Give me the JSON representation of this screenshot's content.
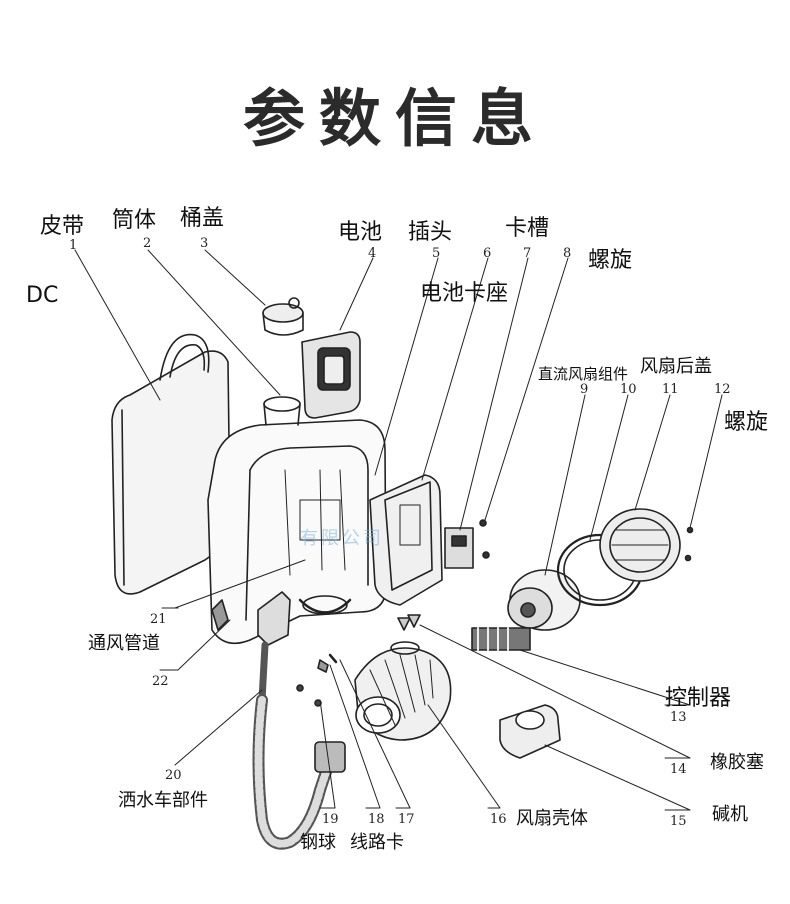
{
  "title": "参数信息",
  "watermark": "有限公司",
  "labels": {
    "belt": "皮带",
    "barrel": "筒体",
    "lid": "桶盖",
    "dc": "DC",
    "battery": "电池",
    "plug": "插头",
    "slot": "卡槽",
    "battery_seat": "电池卡座",
    "screw_a": "螺旋",
    "dc_fan": "直流风扇组件",
    "fan_cover": "风扇后盖",
    "screw_b": "螺旋",
    "duct": "通风管道",
    "controller": "控制器",
    "rubber_plug": "橡胶塞",
    "base": "碱机",
    "fan_shell": "风扇壳体",
    "sprinkler": "洒水车部件",
    "ball": "钢球",
    "wire_clip": "线路卡"
  },
  "numbers": [
    "1",
    "2",
    "3",
    "4",
    "5",
    "6",
    "7",
    "8",
    "9",
    "10",
    "11",
    "12",
    "13",
    "14",
    "15",
    "16",
    "17",
    "18",
    "19",
    "20",
    "21",
    "22"
  ]
}
